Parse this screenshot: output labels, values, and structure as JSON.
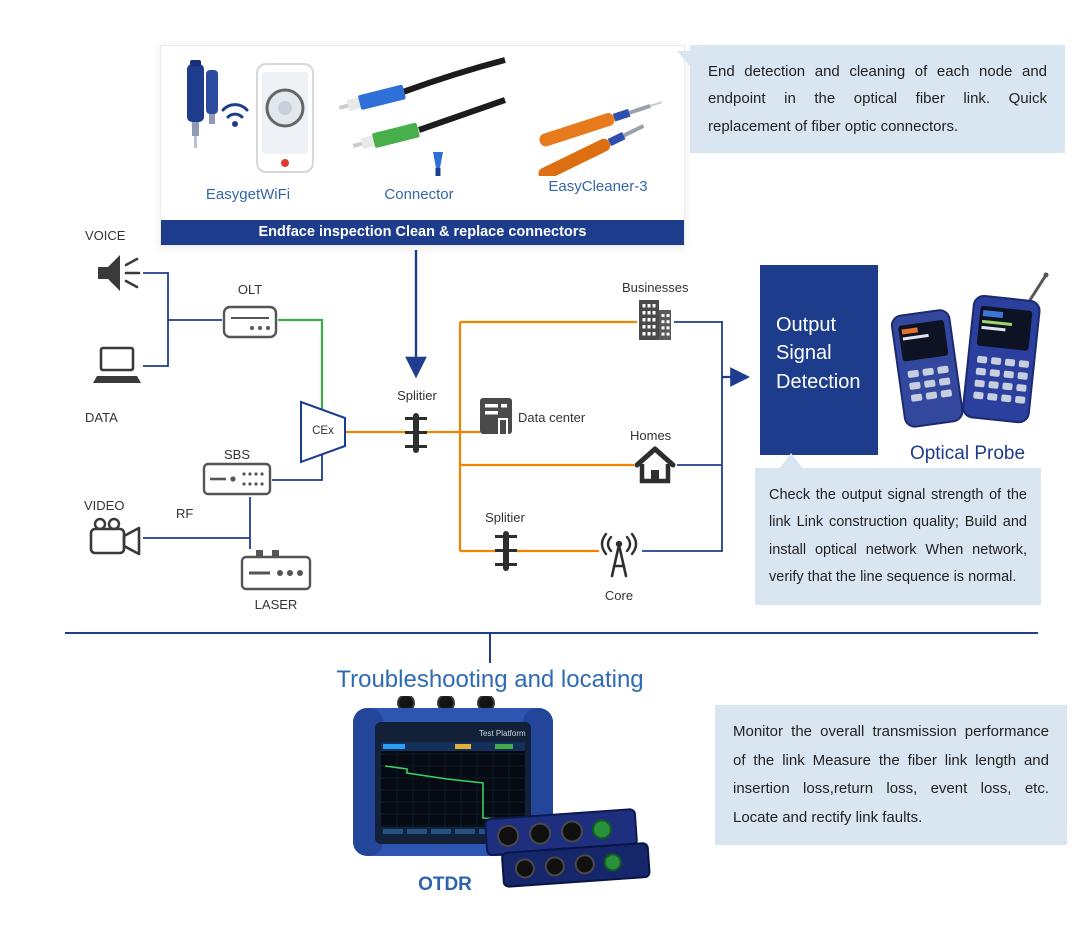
{
  "colors": {
    "banner_blue": "#1e3c8c",
    "line_blue": "#1f3d8f",
    "orange": "#f08300",
    "green": "#3fae49",
    "callout_bg": "#d9e6f2",
    "title_blue": "#2f6bb5"
  },
  "top_panel": {
    "products": [
      {
        "name": "EasygetWiFi"
      },
      {
        "name": "Connector"
      },
      {
        "name": "EasyCleaner-3"
      }
    ],
    "banner": "Endface inspection Clean & replace connectors"
  },
  "callouts": {
    "endface": "End detection and cleaning of each node and endpoint in the optical fiber link. Quick replacement of fiber optic connectors.",
    "output": "Check the output signal strength of the link Link construction quality; Build and install optical network When network, verify that the line sequence is normal.",
    "otdr": "Monitor the overall transmission performance of the link Measure the fiber link length and insertion loss,return loss, event loss, etc. Locate and rectify link faults."
  },
  "network": {
    "voice": "VOICE",
    "data": "DATA",
    "video": "VIDEO",
    "olt": "OLT",
    "sbs": "SBS",
    "rf": "RF",
    "laser": "LASER",
    "cex": "CEx",
    "splitter_top": "Splitier",
    "splitter_bottom": "Splitier",
    "data_center": "Data center",
    "businesses": "Businesses",
    "homes": "Homes",
    "core": "Core"
  },
  "output_detection": {
    "title": "Output Signal Detection",
    "probe_label": "Optical Probe"
  },
  "bottom_section": {
    "title": "Troubleshooting and locating",
    "device_label": "OTDR",
    "screen_brand": "Test Platform"
  }
}
